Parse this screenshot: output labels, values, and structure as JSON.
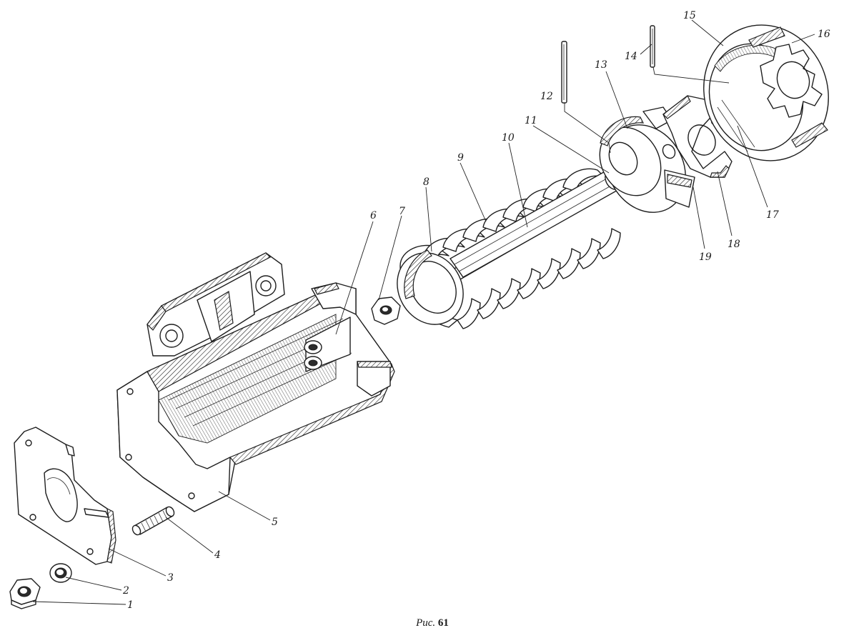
{
  "caption": {
    "prefix": "Рис.",
    "number": "61"
  },
  "part_labels": [
    {
      "id": "1",
      "text": "1"
    },
    {
      "id": "2",
      "text": "2"
    },
    {
      "id": "3",
      "text": "3"
    },
    {
      "id": "4",
      "text": "4"
    },
    {
      "id": "5",
      "text": "5"
    },
    {
      "id": "6",
      "text": "6"
    },
    {
      "id": "7",
      "text": "7"
    },
    {
      "id": "8",
      "text": "8"
    },
    {
      "id": "9",
      "text": "9"
    },
    {
      "id": "10",
      "text": "10"
    },
    {
      "id": "11",
      "text": "11"
    },
    {
      "id": "12",
      "text": "12"
    },
    {
      "id": "13",
      "text": "13"
    },
    {
      "id": "14",
      "text": "14"
    },
    {
      "id": "15",
      "text": "15"
    },
    {
      "id": "16",
      "text": "16"
    },
    {
      "id": "17",
      "text": "17"
    },
    {
      "id": "18",
      "text": "18"
    },
    {
      "id": "19",
      "text": "19"
    }
  ]
}
